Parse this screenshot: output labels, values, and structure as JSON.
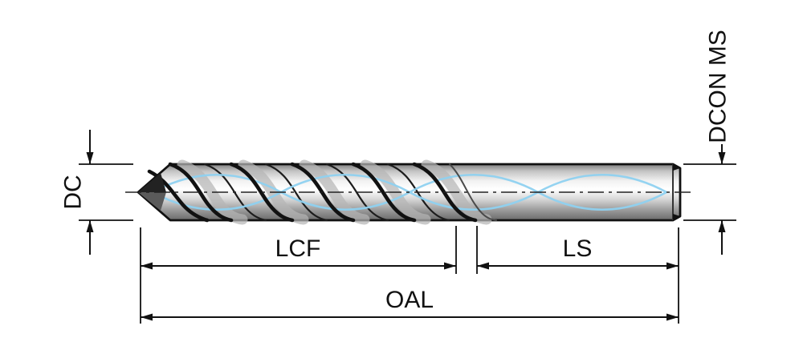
{
  "diagram": {
    "name": "drill-dimension-drawing",
    "labels": {
      "dc": "DC",
      "dcon_ms": "DCON MS",
      "lcf": "LCF",
      "ls": "LS",
      "oal": "OAL"
    },
    "colors": {
      "line": "#111111",
      "coolant_channel": "#8ed1f0",
      "metal_highlight": "#ffffff",
      "metal_shadow": "#6a6a6a"
    }
  }
}
